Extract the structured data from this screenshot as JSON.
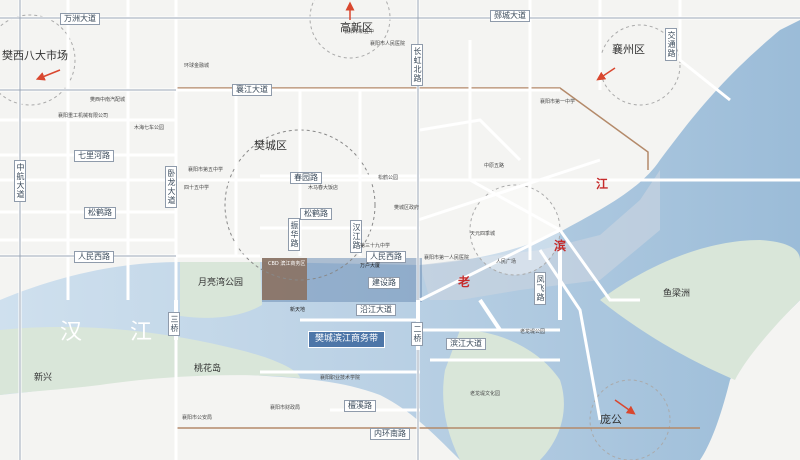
{
  "districts": {
    "gaoxin": "高新区",
    "fanxi_market": "樊西八大市场",
    "xiangzhou": "襄州区",
    "fancheng": "樊城区",
    "pangong": "庞公"
  },
  "areas": {
    "yueliangwan": "月亮湾公园",
    "taohuadao": "桃花岛",
    "yulianzhou": "鱼梁洲",
    "xinxing": "新兴"
  },
  "river": {
    "han": "汉",
    "jiang": "江"
  },
  "red": {
    "jiang": "江",
    "bin": "滨",
    "lao": "老"
  },
  "badge": {
    "cbd": "樊城滨江商务带"
  },
  "roads": {
    "wanzhou": "万洲大道",
    "yinzhou": "郧城大道",
    "xiangjiang": "襄江大道",
    "qiliyuan": "七里河路",
    "songhe": "松鹤路",
    "renmin": "人民西路",
    "chunyuan": "春园路",
    "jianshe": "建设路",
    "yanjiang": "沿江大道",
    "yangtan": "檀溪路",
    "neihuannan": "内环南路",
    "binjiang": "滨江大道",
    "zhonghang": "中航大道",
    "wolong": "卧龙大道",
    "zhenhua": "振华路",
    "hanjiang": "汉江路",
    "changhong_north": "长虹北路",
    "jiaotong": "交通路",
    "sanqiao": "三桥",
    "erqiao": "二桥",
    "fengfei": "凤飞路"
  },
  "pois": [
    "襄阳市新五中",
    "襄阳市人民医院",
    "环球金融城",
    "樊西中南汽配城",
    "襄阳重工机械有限公司",
    "木海七车公园",
    "襄阳市第五中学",
    "四十五中学",
    "木马春大饭店",
    "松鹤公园",
    "樊城区政府",
    "第三十九中学",
    "天元四季城",
    "襄阳市第一人民医院",
    "人民广场",
    "中原五路",
    "襄阳市第一中学",
    "老龙堤公园",
    "老龙堤文化园",
    "襄阳职业技术学院",
    "襄阳市财政局",
    "襄阳市公安局"
  ],
  "cbd_pois": [
    "CBD 滨江商务区",
    "万户大厦",
    "新天地"
  ]
}
